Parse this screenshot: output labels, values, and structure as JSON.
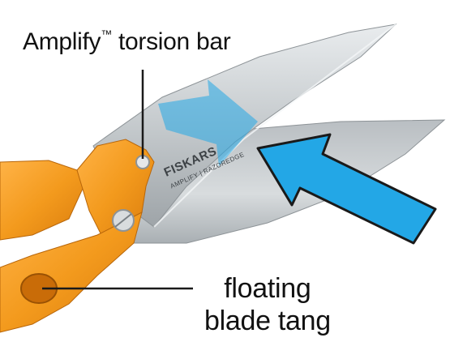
{
  "callouts": {
    "torsion_bar": {
      "name": "Amplify",
      "mark": "™",
      "rest": " torsion bar"
    },
    "blade_tang": {
      "line1": "floating",
      "line2": "blade tang"
    }
  },
  "blade_imprint": {
    "brand": "FISKARS",
    "model": "AMPLIFY | RAZOREDGE"
  },
  "colors": {
    "handle_orange": "#F39A1D",
    "arrow_blue": "#23A7E6",
    "blade_steel": "#C9CDD0",
    "outline": "#1A1A1A"
  },
  "icons": [
    "arrow-outline-icon",
    "arrow-icon"
  ]
}
